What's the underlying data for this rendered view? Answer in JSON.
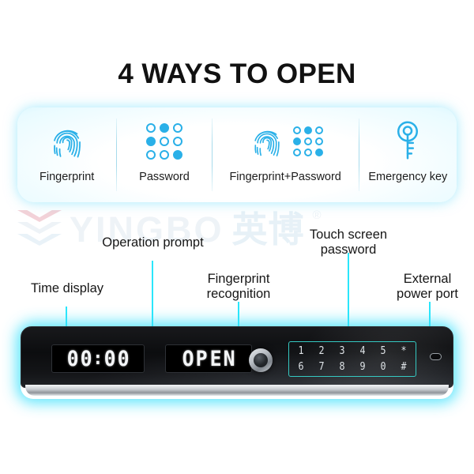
{
  "header": {
    "title": "4 WAYS TO OPEN"
  },
  "watermark": {
    "brand": "YINGBO",
    "brand_cn": "英博",
    "registered": "®",
    "logo_icon": "chevron-stack-logo"
  },
  "features": {
    "items": [
      {
        "label": "Fingerprint",
        "icon": "fingerprint-icon"
      },
      {
        "label": "Password",
        "icon": "dot-grid-icon"
      },
      {
        "label": "Fingerprint+Password",
        "icon": "fingerprint-dot-grid-icon"
      },
      {
        "label": "Emergency key",
        "icon": "key-icon"
      }
    ],
    "dot_pattern": [
      [
        false,
        true,
        false
      ],
      [
        true,
        false,
        false
      ],
      [
        false,
        false,
        true
      ]
    ],
    "accent_color": "#2ab0e8",
    "panel_glow_color": "#63d8f7"
  },
  "callouts": [
    {
      "label": "Time display",
      "name": "callout-time-display"
    },
    {
      "label": "Operation prompt",
      "name": "callout-operation-prompt"
    },
    {
      "label": "Fingerprint\nrecognition",
      "name": "callout-fingerprint-recognition"
    },
    {
      "label": "Touch screen\npassword",
      "name": "callout-touch-screen-password"
    },
    {
      "label": "External\npower port",
      "name": "callout-external-power-port"
    }
  ],
  "device": {
    "time_display": "00:00",
    "time_chars": [
      "0",
      "0",
      ":",
      "0",
      "0"
    ],
    "state_display": "OPEN",
    "state_chars": [
      "O",
      "P",
      "E",
      "N"
    ],
    "keypad": {
      "row1": [
        "1",
        "2",
        "3",
        "4",
        "5",
        "*"
      ],
      "row2": [
        "6",
        "7",
        "8",
        "9",
        "0",
        "#"
      ]
    },
    "sensor_icon": "fingerprint-sensor-icon",
    "port_icon": "power-port-icon",
    "leader_line_color": "#2ae6fb"
  }
}
